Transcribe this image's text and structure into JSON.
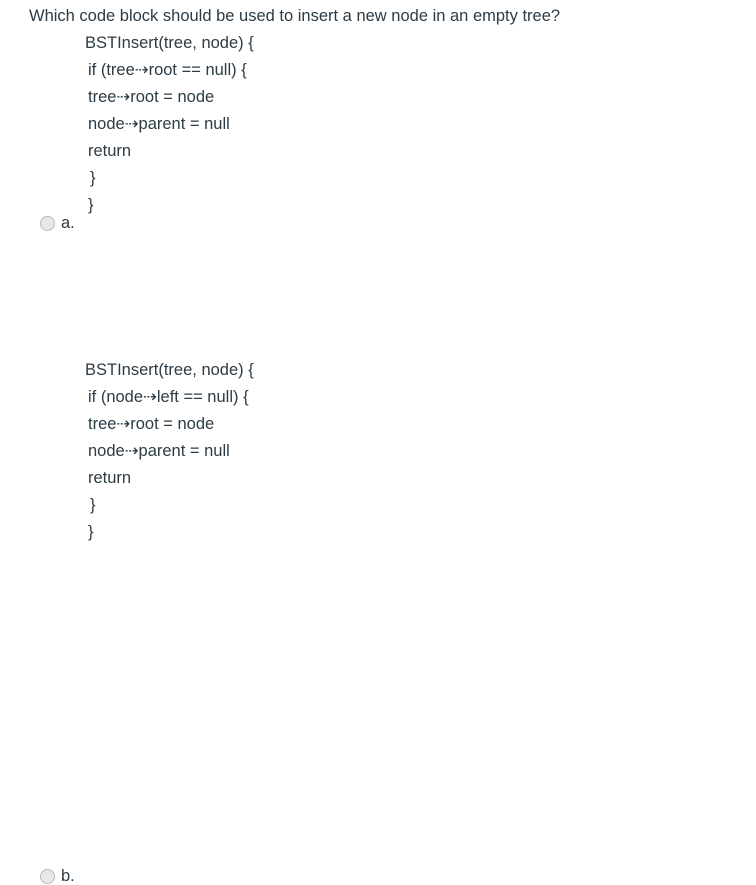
{
  "question": {
    "stem": "Which code block should be used to insert a new node in an empty tree?"
  },
  "answers": [
    {
      "letter": "a.",
      "selected": false,
      "radio_icon": "radio-unchecked-icon",
      "code_lines": [
        "BSTInsert(tree, node) {",
        "if (tree⇢root == null) {",
        "tree⇢root = node",
        "node⇢parent = null",
        "return",
        "}",
        "}"
      ]
    },
    {
      "letter": "b.",
      "selected": false,
      "radio_icon": "radio-unchecked-icon",
      "code_lines": [
        "BSTInsert(tree, node) {",
        "if (node⇢left == null) {",
        "tree⇢root = node",
        "node⇢parent = null",
        "return",
        "}",
        "}"
      ]
    }
  ],
  "colors": {
    "text": "#2d3b45",
    "page_background": "#ffffff",
    "radio_fill": "#e8e8e8",
    "radio_border": "#b7b7b7"
  }
}
